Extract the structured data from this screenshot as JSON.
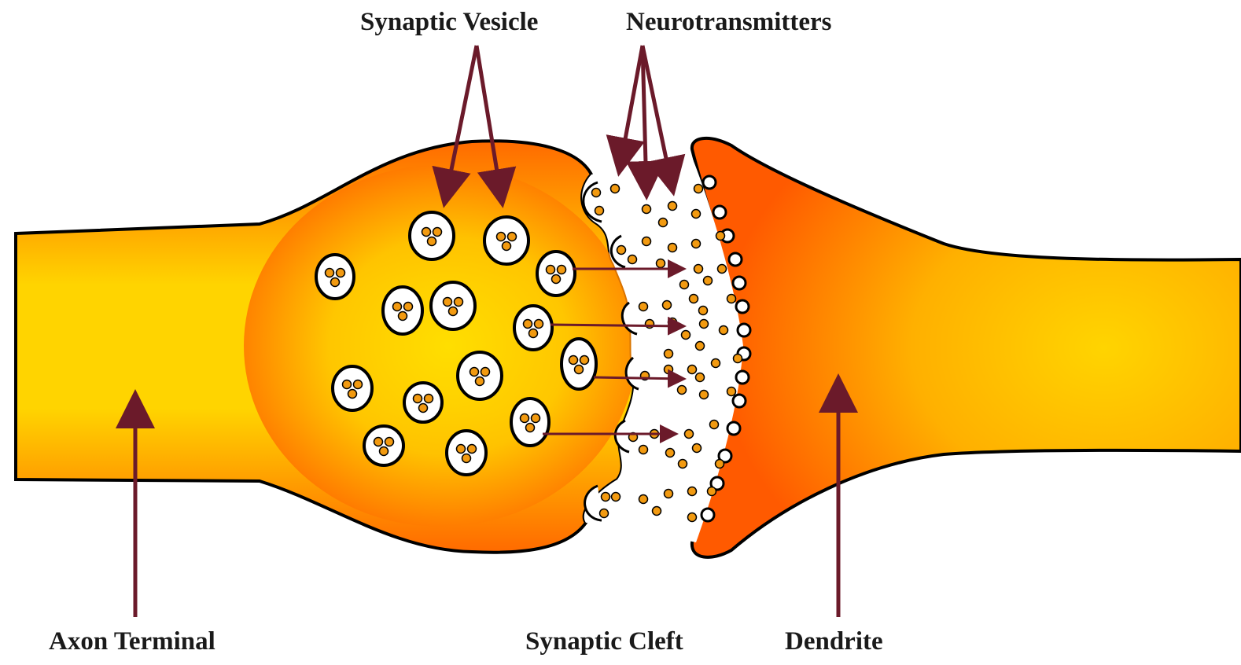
{
  "labels": {
    "synaptic_vesicle": "Synaptic Vesicle",
    "neurotransmitters": "Neurotransmitters",
    "axon_terminal": "Axon Terminal",
    "synaptic_cleft": "Synaptic Cleft",
    "dendrite": "Dendrite"
  },
  "colors": {
    "membrane_center": "#ffd400",
    "membrane_edge": "#ff6a00",
    "outline": "#000000",
    "arrow": "#6b1a2a",
    "vesicle_fill": "#ffffff",
    "neurotransmitter": "#f29a10"
  }
}
